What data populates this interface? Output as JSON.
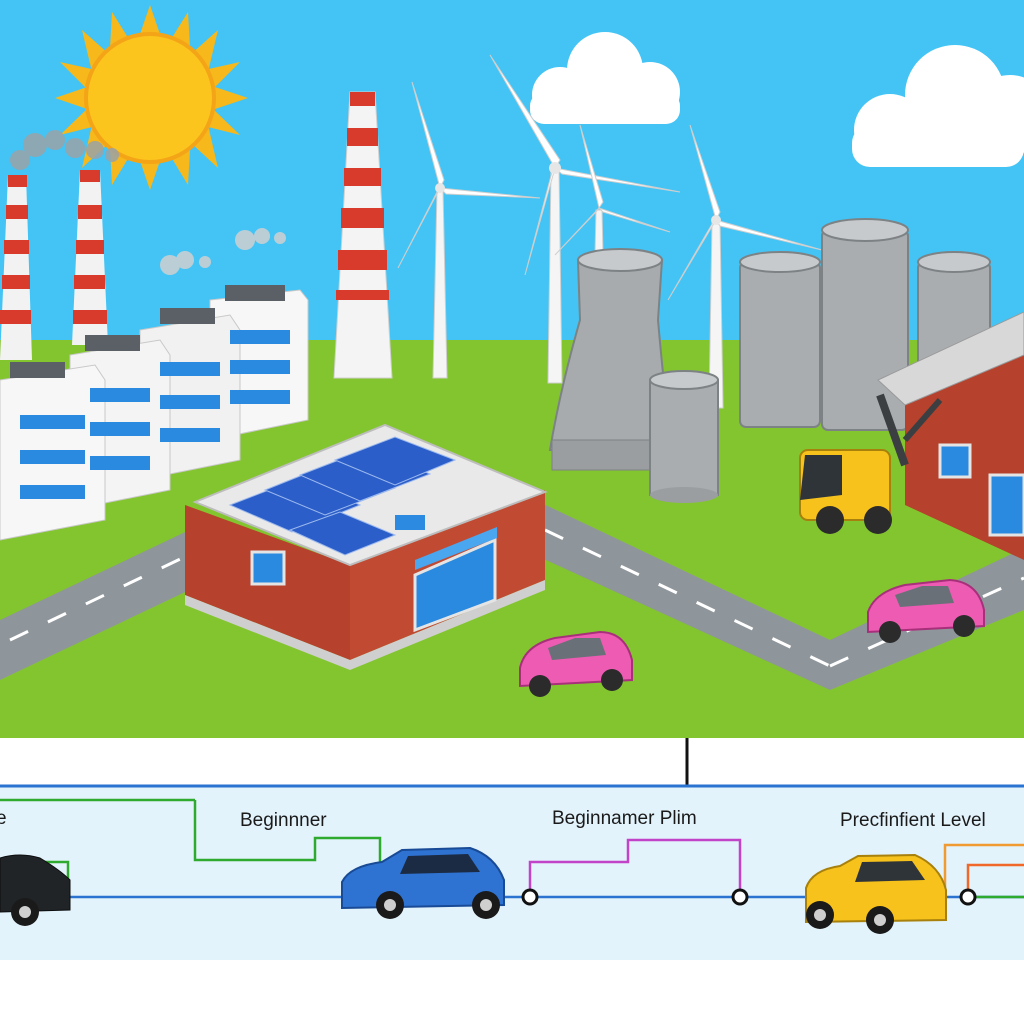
{
  "timeline": {
    "labels": [
      {
        "text": "e"
      },
      {
        "text": "Beginnner"
      },
      {
        "text": "Beginnamer Plim"
      },
      {
        "text": "Precfinfient Level"
      }
    ]
  },
  "colors": {
    "sky": "#43c4f5",
    "grass": "#83c52e",
    "road": "#8f969b",
    "brick": "#b6412c",
    "timeline_bg": "#e3f3fb",
    "line_blue": "#2a73d0",
    "line_green": "#2eaa2e",
    "line_magenta": "#c043c8",
    "line_orange": "#f09a32"
  },
  "icons": [
    "sun-icon",
    "cloud-icon",
    "smokestack-icon",
    "wind-turbine-icon",
    "silo-icon",
    "solar-panel-icon",
    "car-icon",
    "forklift-icon",
    "factory-icon"
  ]
}
